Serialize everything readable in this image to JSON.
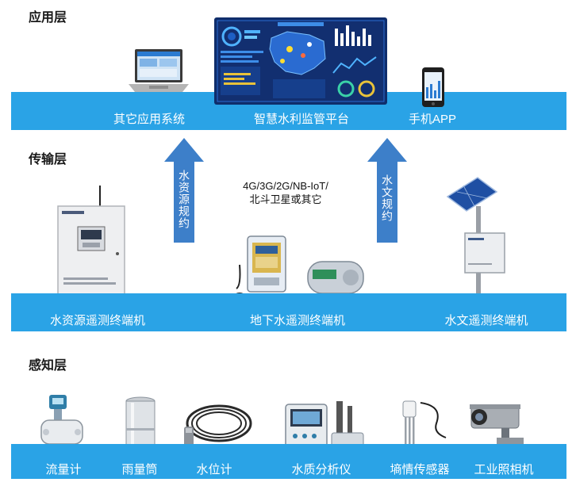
{
  "layers": {
    "application": "应用层",
    "transport": "传输层",
    "perception": "感知层"
  },
  "application_band": {
    "items": [
      "其它应用系统",
      "智慧水利监管平台",
      "手机APP"
    ]
  },
  "transport": {
    "arrow_left": "水资源规约",
    "arrow_right": "水文规约",
    "protocol_line1": "4G/3G/2G/NB-IoT/",
    "protocol_line2": "北斗卫星或其它"
  },
  "terminal_band": {
    "items": [
      "水资源遥测终端机",
      "地下水遥测终端机",
      "水文遥测终端机"
    ]
  },
  "sensor_band": {
    "items": [
      "流量计",
      "雨量筒",
      "水位计",
      "水质分析仪",
      "墒情传感器",
      "工业照相机"
    ]
  },
  "colors": {
    "band": "#2aa3e6",
    "arrow": "#3d7fc9",
    "dashboard": "#0f2d6b"
  }
}
